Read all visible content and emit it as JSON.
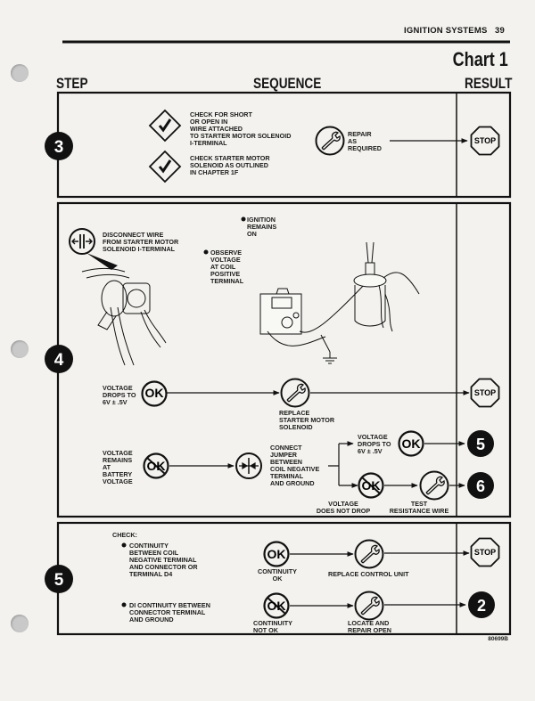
{
  "header": {
    "section": "IGNITION SYSTEMS",
    "page_number": "39",
    "chart_title": "Chart 1"
  },
  "columns": {
    "step": "STEP",
    "sequence": "SEQUENCE",
    "result": "RESULT"
  },
  "icons": {
    "ok_label": "OK",
    "stop_label": "STOP"
  },
  "step3": {
    "number": "3",
    "check1": "CHECK FOR SHORT\nOR OPEN IN\nWIRE ATTACHED\nTO STARTER MOTOR SOLENOID\nI-TERMINAL",
    "check2": "CHECK STARTER MOTOR\nSOLENOID AS OUTLINED\nIN CHAPTER 1F",
    "action": "REPAIR\nAS\nREQUIRED",
    "result": "STOP"
  },
  "step4": {
    "number": "4",
    "disconnect": "DISCONNECT WIRE\nFROM STARTER MOTOR\nSOLENOID I-TERMINAL",
    "ignition": "IGNITION\nREMAINS\nON",
    "observe": "OBSERVE\nVOLTAGE\nAT COIL\nPOSITIVE\nTERMINAL",
    "cond_ok": "VOLTAGE\nDROPS TO\n6V ± .5V",
    "action_ok": "REPLACE\nSTARTER MOTOR\nSOLENOID",
    "cond_not_ok": "VOLTAGE\nREMAINS\nAT\nBATTERY\nVOLTAGE",
    "jumper": "CONNECT\nJUMPER\nBETWEEN\nCOIL NEGATIVE\nTERMINAL\nAND GROUND",
    "branch_ok": "VOLTAGE\nDROPS TO\n6V ± .5V",
    "branch_not_ok": "VOLTAGE\nDOES NOT DROP",
    "branch_action": "TEST\nRESISTANCE WIRE",
    "result_ok": "STOP",
    "goto_ok": "5",
    "goto_not_ok": "6"
  },
  "step5": {
    "number": "5",
    "check_label": "CHECK:",
    "check1": "CONTINUITY\nBETWEEN COIL\nNEGATIVE TERMINAL\nAND CONNECTOR OR\nTERMINAL D4",
    "check2": "DI CONTINUITY BETWEEN\nCONNECTOR TERMINAL\nAND GROUND",
    "cond_ok": "CONTINUITY\nOK",
    "action_ok": "REPLACE CONTROL UNIT",
    "cond_not_ok": "CONTINUITY\nNOT OK",
    "action_not_ok": "LOCATE AND\nREPAIR OPEN",
    "result_ok": "STOP",
    "goto_not_ok": "2"
  },
  "figure_code": "80699B"
}
